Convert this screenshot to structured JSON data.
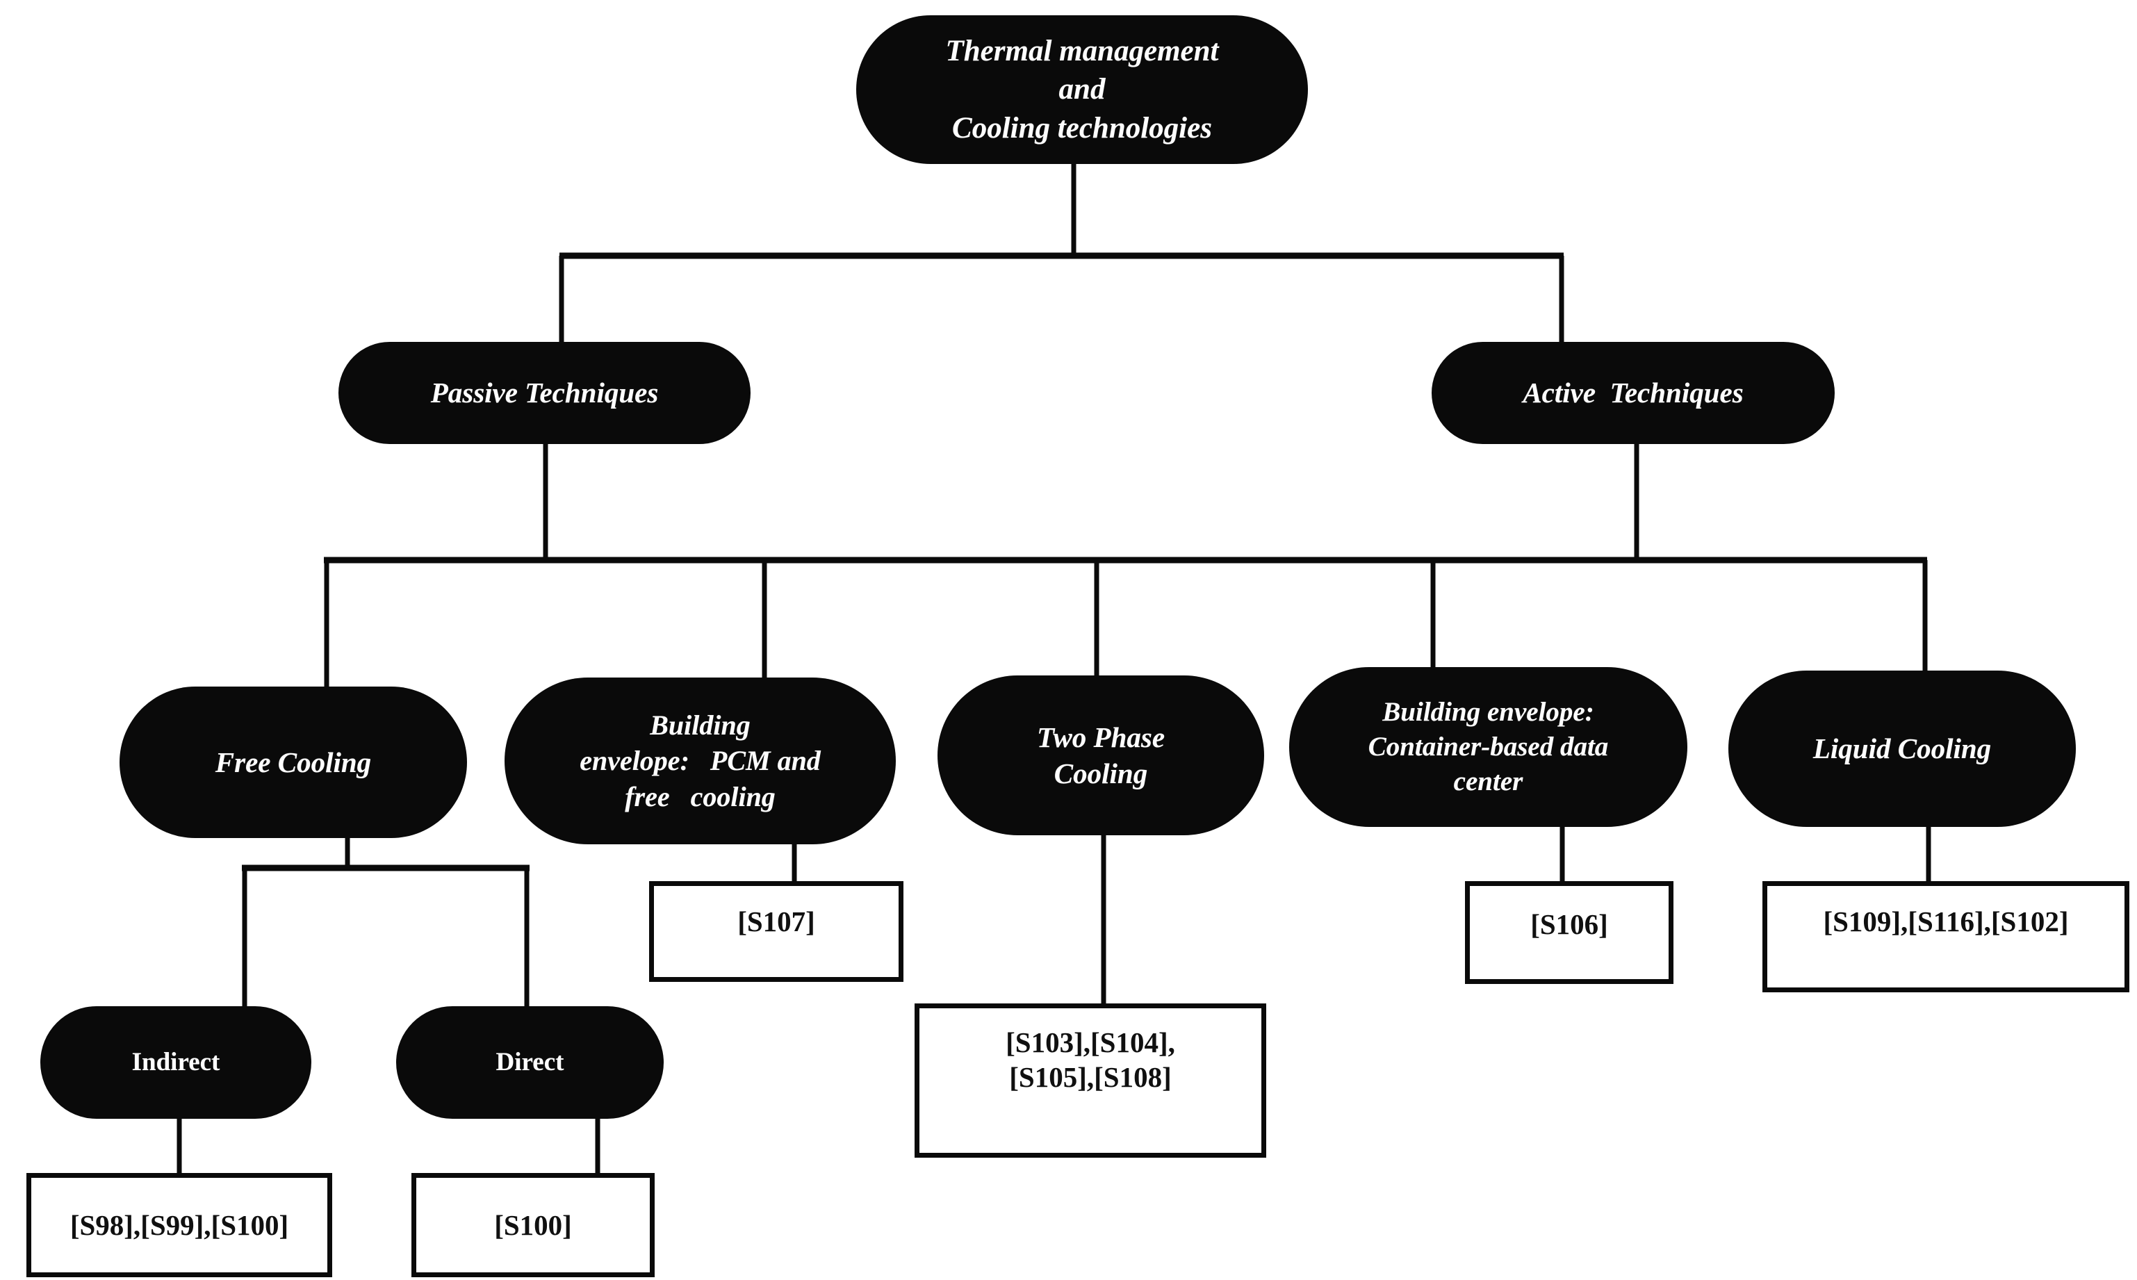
{
  "diagram": {
    "title": "Thermal management and Cooling technologies taxonomy",
    "colors": {
      "node_fill": "#0a0a0a",
      "node_text": "#ffffff",
      "refbox_fill": "#ffffff",
      "refbox_border": "#0a0a0a",
      "refbox_text": "#101010",
      "connector": "#0a0a0a",
      "background": "#ffffff"
    }
  },
  "nodes": {
    "root": {
      "label": "Thermal management and Cooling technologies",
      "lines": [
        "Thermal management",
        "and",
        "Cooling technologies"
      ]
    },
    "passive": {
      "label": "Passive Techniques",
      "lines": [
        "Passive Techniques"
      ]
    },
    "active": {
      "label": "Active  Techniques",
      "lines": [
        "Active  Techniques"
      ]
    },
    "free_cooling": {
      "label": "Free Cooling",
      "lines": [
        "Free Cooling"
      ]
    },
    "pcm_free": {
      "label": "Building envelope:  PCM and free  cooling",
      "lines": [
        "Building",
        "envelope:   PCM and",
        "free   cooling"
      ]
    },
    "two_phase": {
      "label": "Two Phase Cooling",
      "lines": [
        "Two Phase",
        "Cooling"
      ]
    },
    "container": {
      "label": "Building envelope: Container-based data center",
      "lines": [
        "Building envelope:",
        "Container-based data",
        "center"
      ]
    },
    "liquid": {
      "label": "Liquid Cooling",
      "lines": [
        "Liquid Cooling"
      ]
    },
    "indirect": {
      "label": "Indirect",
      "lines": [
        "Indirect"
      ]
    },
    "direct": {
      "label": "Direct",
      "lines": [
        "Direct"
      ]
    }
  },
  "references": {
    "indirect_refs": {
      "label": "[S98],[S99],[S100]",
      "lines": [
        "[S98],[S99],[S100]"
      ]
    },
    "direct_refs": {
      "label": "[S100]",
      "lines": [
        "[S100]"
      ]
    },
    "pcm_refs": {
      "label": "[S107]",
      "lines": [
        "[S107]"
      ]
    },
    "two_phase_refs": {
      "label": "[S103],[S104],[S105],[S108]",
      "lines": [
        "[S103],[S104],",
        "[S105],[S108]"
      ]
    },
    "container_refs": {
      "label": "[S106]",
      "lines": [
        "[S106]"
      ]
    },
    "liquid_refs": {
      "label": "[S109],[S116],[S102]",
      "lines": [
        "[S109],[S116],[S102]"
      ]
    }
  },
  "hierarchy": {
    "level1": [
      "root"
    ],
    "level2": [
      "passive",
      "active"
    ],
    "level3": [
      "free_cooling",
      "pcm_free",
      "two_phase",
      "container",
      "liquid"
    ],
    "level4": [
      "indirect",
      "direct"
    ]
  }
}
